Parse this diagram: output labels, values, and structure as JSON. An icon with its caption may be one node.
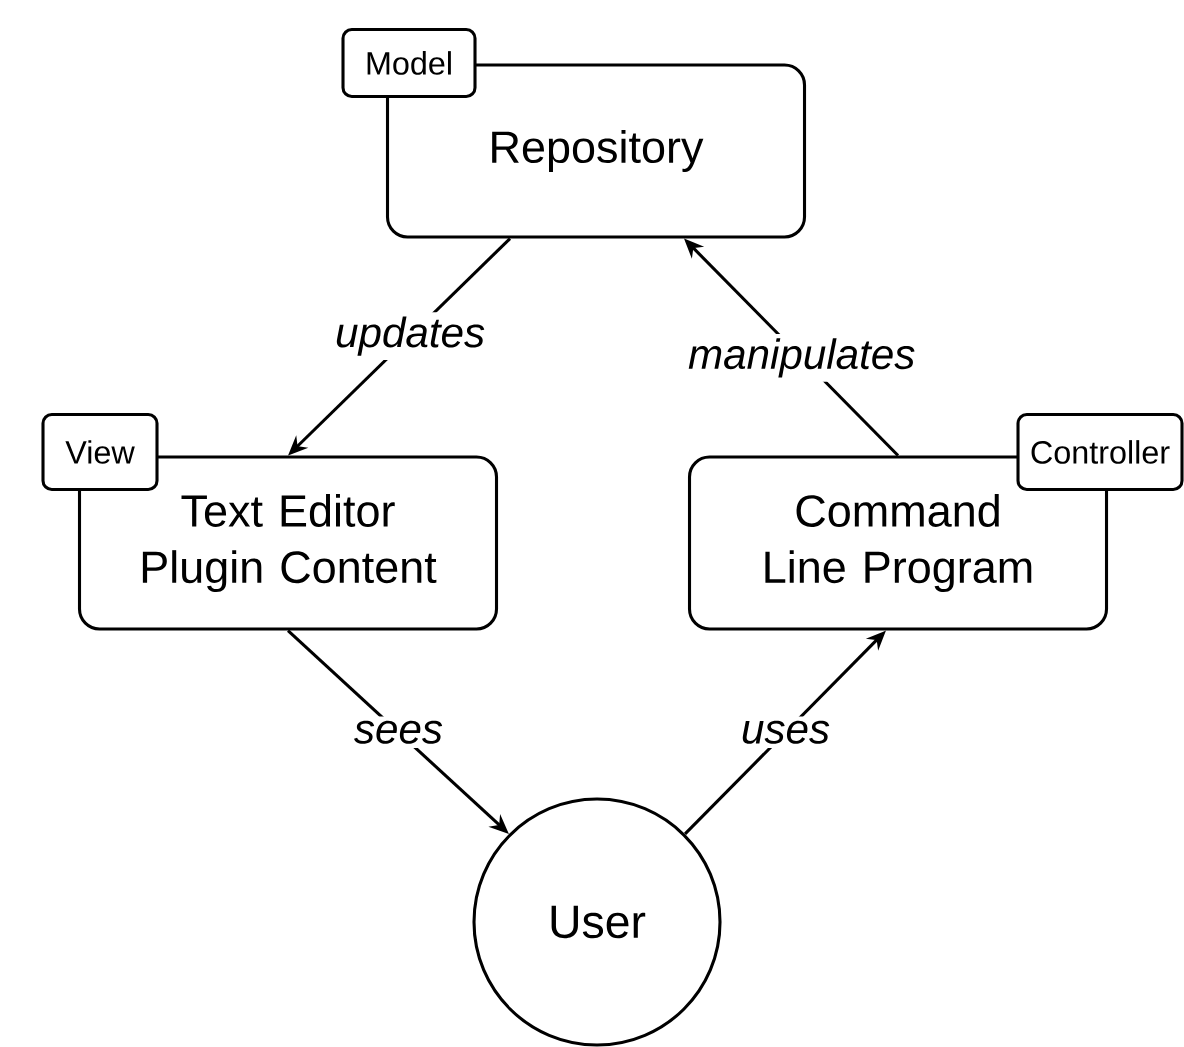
{
  "diagram": {
    "nodes": [
      {
        "text": [
          "Model"
        ]
      },
      {
        "text": [
          "Repository"
        ]
      },
      {
        "text": [
          "View"
        ]
      },
      {
        "text": [
          "Text Editor Plugin Content"
        ]
      },
      {
        "text": [
          "Controller"
        ]
      },
      {
        "text": [
          "Command Line Program"
        ]
      },
      {
        "text": [
          "User"
        ]
      }
    ],
    "edges": [
      {
        "from": 1,
        "to": 3,
        "label": "updates",
        "arrow": "to"
      },
      {
        "from": 5,
        "to": 1,
        "label": "manipulates",
        "arrow": "to"
      },
      {
        "from": 3,
        "to": 6,
        "label": "sees",
        "arrow": "to"
      },
      {
        "from": 6,
        "to": 5,
        "label": "uses",
        "arrow": "to"
      }
    ]
  }
}
